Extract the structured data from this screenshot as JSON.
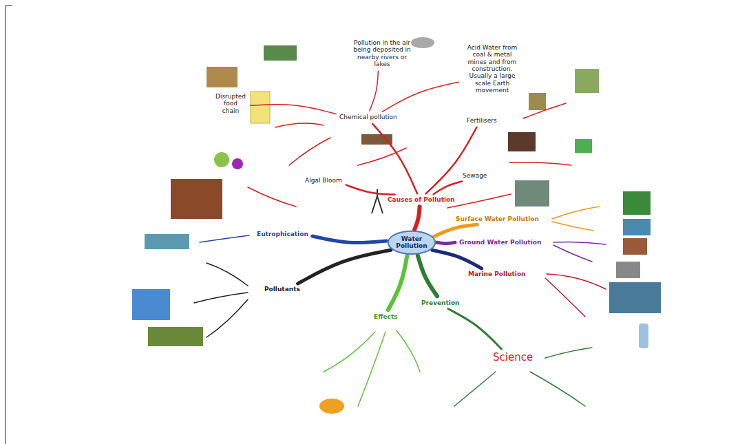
{
  "diagram": {
    "nodes": [
      {
        "text": [
          "Pollution in the air being deposited in nearby rivers or lakes"
        ]
      },
      {
        "text": [
          "Acid Water from coal & metal mines and from construction. Usually a large scale Earth movement"
        ]
      },
      {
        "text": [
          "Disrupted food chain"
        ]
      },
      {
        "text": [
          "Chemical pollution"
        ]
      },
      {
        "text": [
          "Fertilisers"
        ]
      },
      {
        "text": [
          "Algal Bloom"
        ]
      },
      {
        "text": [
          "Sewage"
        ]
      },
      {
        "text": [
          "Causes of Pollution"
        ]
      },
      {
        "text": [
          "Eutrophication"
        ]
      },
      {
        "text": [
          "Water Pollution"
        ]
      },
      {
        "text": [
          "Surface Water Pollution"
        ]
      },
      {
        "text": [
          "Ground Water Pollution"
        ]
      },
      {
        "text": [
          "Pollutants"
        ]
      },
      {
        "text": [
          "Marine Pollution"
        ]
      },
      {
        "text": [
          "Prevention"
        ]
      },
      {
        "text": [
          "Effects"
        ]
      },
      {
        "text": [
          "Science"
        ]
      }
    ],
    "edges": [
      {
        "from": 9,
        "to": 7,
        "arrow": "none"
      },
      {
        "from": 9,
        "to": 10,
        "arrow": "none"
      },
      {
        "from": 9,
        "to": 11,
        "arrow": "none"
      },
      {
        "from": 9,
        "to": 13,
        "arrow": "none"
      },
      {
        "from": 9,
        "to": 14,
        "arrow": "none"
      },
      {
        "from": 9,
        "to": 15,
        "arrow": "none"
      },
      {
        "from": 9,
        "to": 12,
        "arrow": "none"
      },
      {
        "from": 9,
        "to": 8,
        "arrow": "none"
      },
      {
        "from": 7,
        "to": 3,
        "arrow": "none"
      },
      {
        "from": 7,
        "to": 5,
        "arrow": "none"
      },
      {
        "from": 7,
        "to": 4,
        "arrow": "none"
      },
      {
        "from": 7,
        "to": 6,
        "arrow": "none"
      },
      {
        "from": 3,
        "to": 0,
        "arrow": "none"
      },
      {
        "from": 3,
        "to": 1,
        "arrow": "none"
      },
      {
        "from": 3,
        "to": 2,
        "arrow": "none"
      },
      {
        "from": 14,
        "to": 16,
        "arrow": "none"
      }
    ]
  }
}
